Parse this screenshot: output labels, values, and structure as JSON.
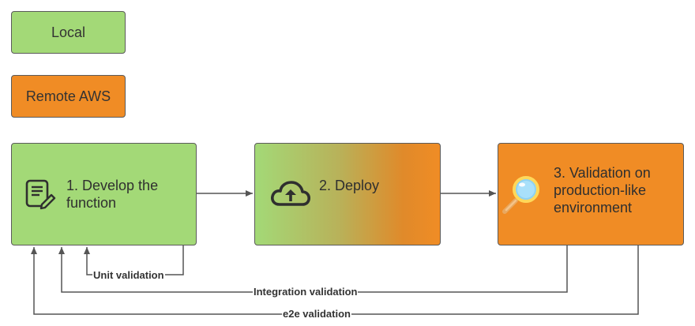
{
  "legend": {
    "local_label": "Local",
    "remote_label": "Remote AWS"
  },
  "steps": {
    "develop": {
      "label": "1. Develop the function",
      "icon": "document-edit-icon"
    },
    "deploy": {
      "label": "2. Deploy",
      "icon": "cloud-upload-icon"
    },
    "validate": {
      "label": "3. Validation on production-like environment",
      "icon": "magnifier-icon"
    }
  },
  "flows": {
    "unit": "Unit validation",
    "integration": "Integration validation",
    "e2e": "e2e validation"
  },
  "colors": {
    "local": "#a3d977",
    "remote": "#f08c25",
    "border": "#5b5b5b",
    "line": "#555555"
  }
}
